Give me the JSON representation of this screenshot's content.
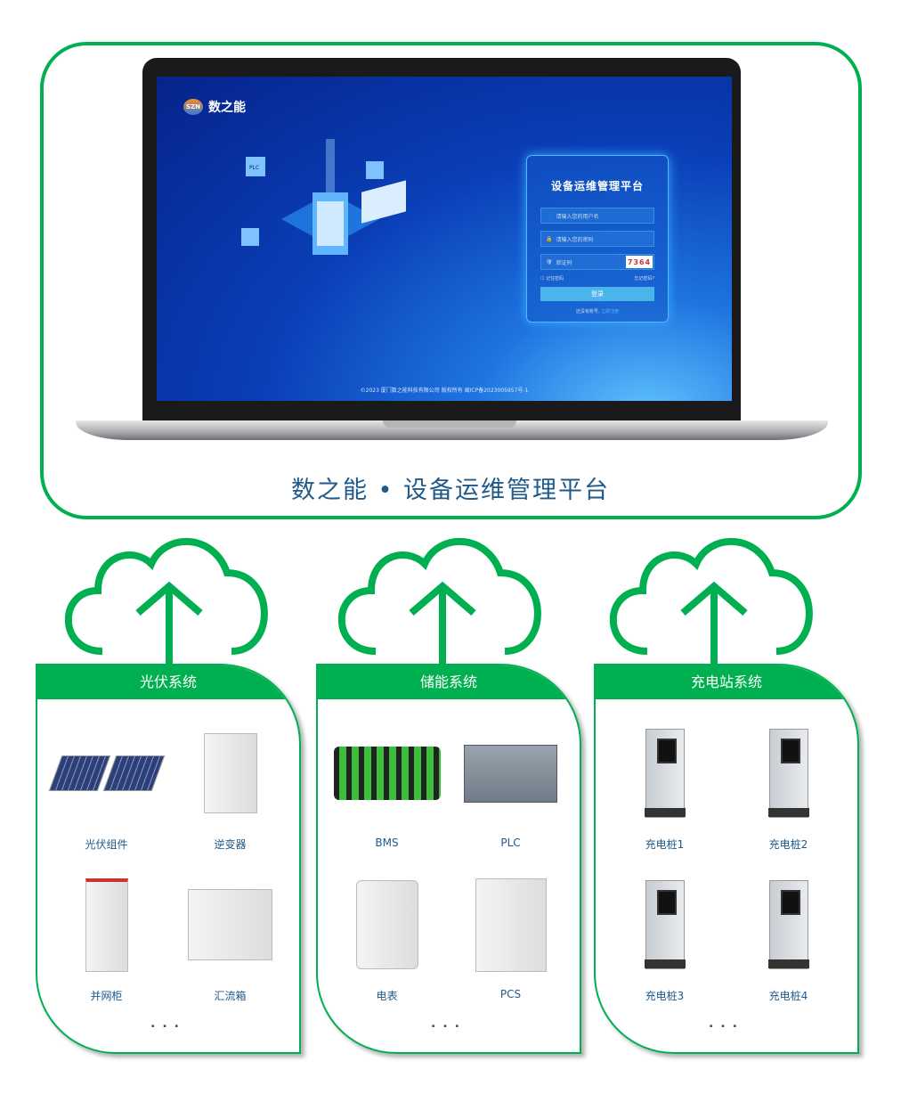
{
  "brand": {
    "logo_mark": "SZN",
    "name": "数之能"
  },
  "login": {
    "title": "设备运维管理平台",
    "username_placeholder": "请输入您的用户名",
    "password_placeholder": "请输入您的密码",
    "captcha_placeholder": "验证码",
    "captcha": "7364",
    "remember": "记住密码",
    "forgot": "忘记密码?",
    "submit": "登录",
    "no_account": "还没有账号,",
    "register": "立即注册"
  },
  "footer": "©2023 厦门数之能科技有限公司 版权所有 闽ICP备2023005957号-1",
  "platform_title": "数之能 • 设备运维管理平台",
  "illustration_label": "PLC",
  "systems": [
    {
      "title": "光伏系统",
      "items": [
        "光伏组件",
        "逆变器",
        "并网柜",
        "汇流箱"
      ],
      "more": "..."
    },
    {
      "title": "储能系统",
      "items": [
        "BMS",
        "PLC",
        "电表",
        "PCS"
      ],
      "more": "..."
    },
    {
      "title": "充电站系统",
      "items": [
        "充电桩1",
        "充电桩2",
        "充电桩3",
        "充电桩4"
      ],
      "more": "..."
    }
  ],
  "colors": {
    "green": "#00b050",
    "text": "#1f5a8a"
  }
}
